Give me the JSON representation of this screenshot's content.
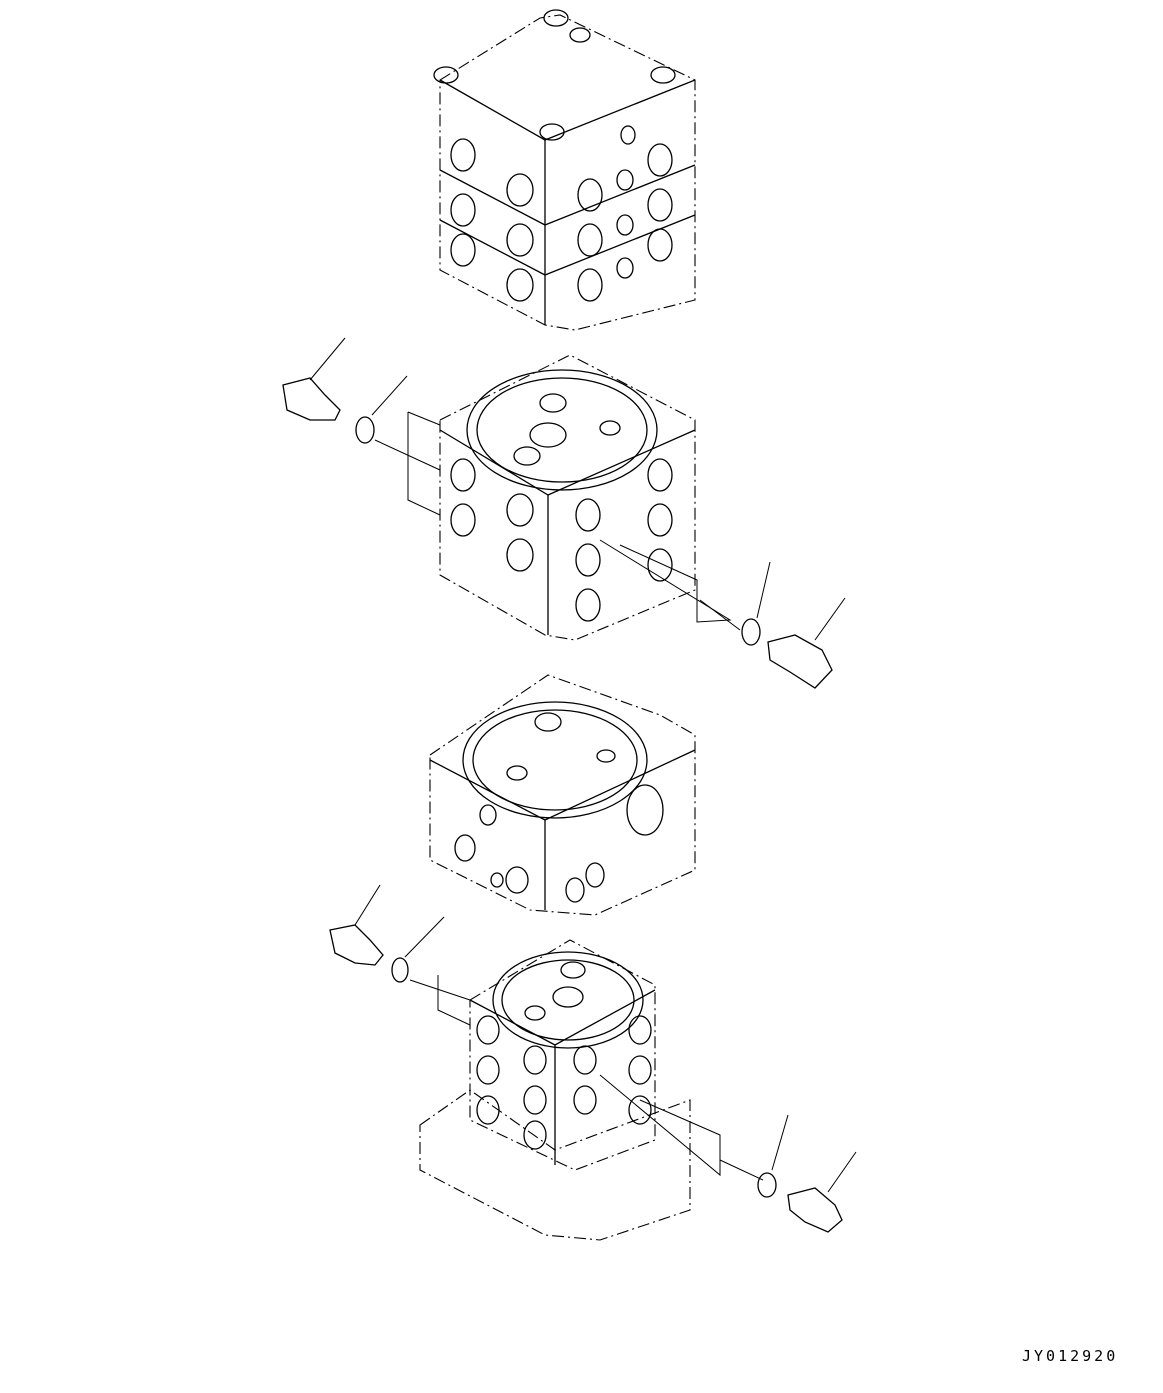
{
  "diagram": {
    "type": "exploded-parts-view",
    "subject": "control valve assembly sections",
    "drawing_code": "JY012920",
    "components": [
      {
        "name": "valve-block-top",
        "position": "top"
      },
      {
        "name": "valve-section-2",
        "position": "second",
        "fittings": [
          "plug-left",
          "o-ring-left",
          "o-ring-right",
          "plug-right"
        ]
      },
      {
        "name": "valve-section-3",
        "position": "third"
      },
      {
        "name": "valve-section-bottom",
        "position": "bottom",
        "fittings": [
          "plug-left",
          "o-ring-left",
          "o-ring-right",
          "plug-right"
        ]
      }
    ]
  }
}
